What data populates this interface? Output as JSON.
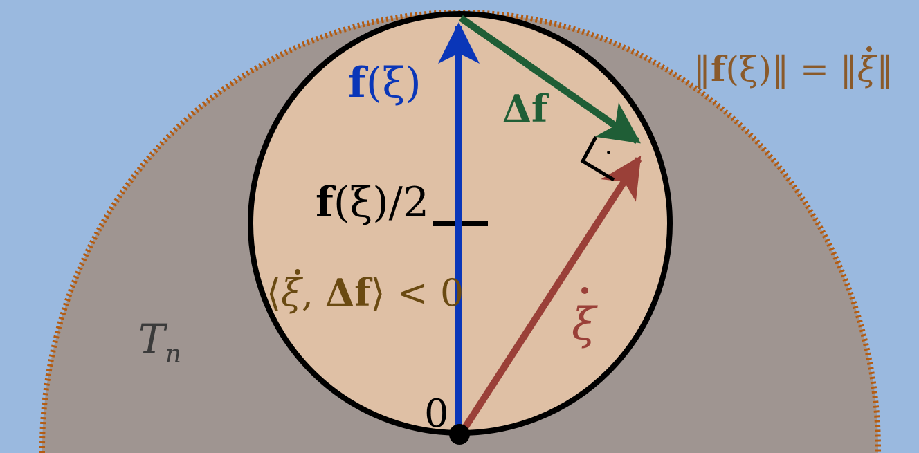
{
  "colors": {
    "background": "#9ab9df",
    "outer_region": "#9f9591",
    "outer_border": "#b35c13",
    "inner_disk": "#dfc0a5",
    "disk_border": "#000000",
    "f_vector": "#0a36b8",
    "delta_f_vector": "#1f5e36",
    "xi_dot_vector": "#9a4038",
    "norm_label": "#8a5a2a",
    "inner_product_label": "#6a4a12",
    "region_label": "#3a3a3a"
  },
  "labels": {
    "f_xi": {
      "main": "f",
      "rest": "(ξ)"
    },
    "delta_f": {
      "delta": "Δ",
      "f": "f"
    },
    "f_half": {
      "main": "f",
      "rest": "(ξ)/2"
    },
    "inner_product": {
      "open": "⟨",
      "xi": "ξ",
      "comma": ", ",
      "delta": "Δ",
      "f": "f",
      "close": "⟩ < 0"
    },
    "xi_dot": {
      "xi": "ξ"
    },
    "origin": "0",
    "region": {
      "letter": "T",
      "subscript": "n"
    },
    "norm_equation": {
      "left_open": "‖",
      "f": "f",
      "arg": "(ξ)",
      "left_close": "‖ = ‖",
      "xi": "ξ",
      "right_close": "‖"
    },
    "dot": "·"
  }
}
